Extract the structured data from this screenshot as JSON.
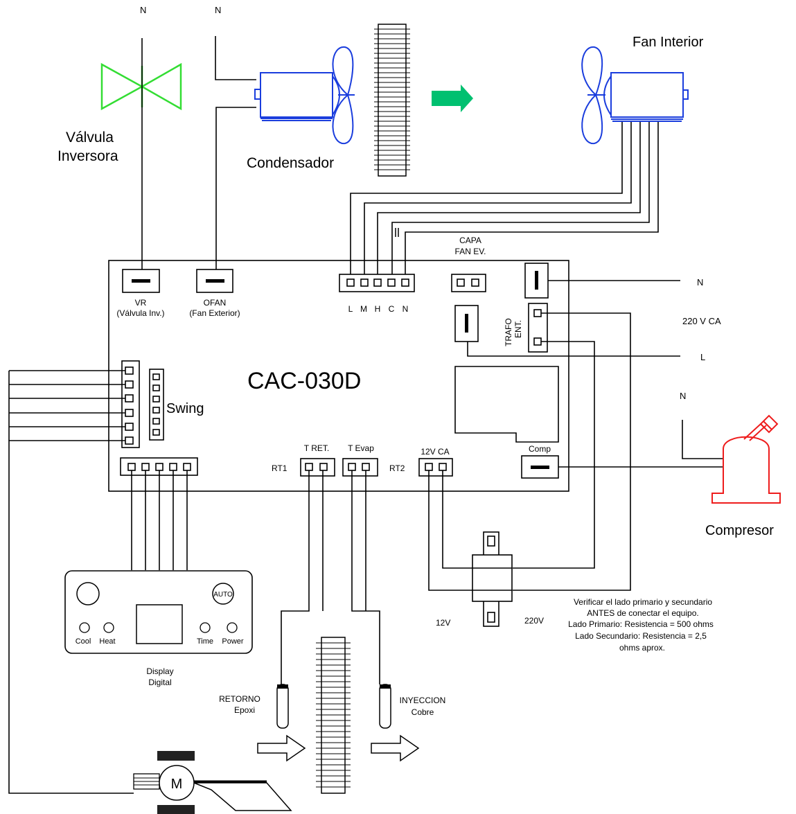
{
  "board": {
    "model": "CAC-030D"
  },
  "mains": {
    "n1": "N",
    "n2": "N",
    "n_right": "N",
    "voltage": "220 V CA",
    "l": "L",
    "n_comp": "N"
  },
  "components": {
    "valve": {
      "line1": "Válvula",
      "line2": "Inversora"
    },
    "condenser": "Condensador",
    "fan_interior": "Fan Interior",
    "compressor": "Compresor",
    "display": {
      "line1": "Display",
      "line2": "Digital",
      "auto": "AUTO",
      "leds": [
        "Cool",
        "Heat",
        "Time",
        "Power"
      ]
    },
    "motor": "M"
  },
  "connectors": {
    "vr": {
      "line1": "VR",
      "line2": "(Válvula Inv.)"
    },
    "ofan": {
      "line1": "OFAN",
      "line2": "(Fan Exterior)"
    },
    "fan_pins": [
      "L",
      "M",
      "H",
      "C",
      "N"
    ],
    "capa": {
      "line1": "CAPA",
      "line2": "FAN EV."
    },
    "trafo": {
      "line1": "TRAFO",
      "line2": "ENT."
    },
    "swing": "Swing",
    "t_ret": "T RET.",
    "t_evap": "T Evap",
    "rt1": "RT1",
    "rt2": "RT2",
    "v12": "12V CA",
    "comp": "Comp"
  },
  "transformer": {
    "left": "12V",
    "right": "220V"
  },
  "sensors": {
    "retorno": {
      "line1": "RETORNO",
      "line2": "Epoxi"
    },
    "inyeccion": {
      "line1": "INYECCION",
      "line2": "Cobre"
    }
  },
  "note": [
    "Verificar el lado primario y secundario",
    "ANTES de conectar el equipo.",
    "Lado Primario: Resistencia = 500 ohms",
    "Lado Secundario: Resistencia = 2,5",
    "ohms aprox."
  ],
  "colors": {
    "valve": "#33dd33",
    "fan": "#1a3ddd",
    "compressor": "#ee1c1c",
    "airflow": "#00c070"
  }
}
